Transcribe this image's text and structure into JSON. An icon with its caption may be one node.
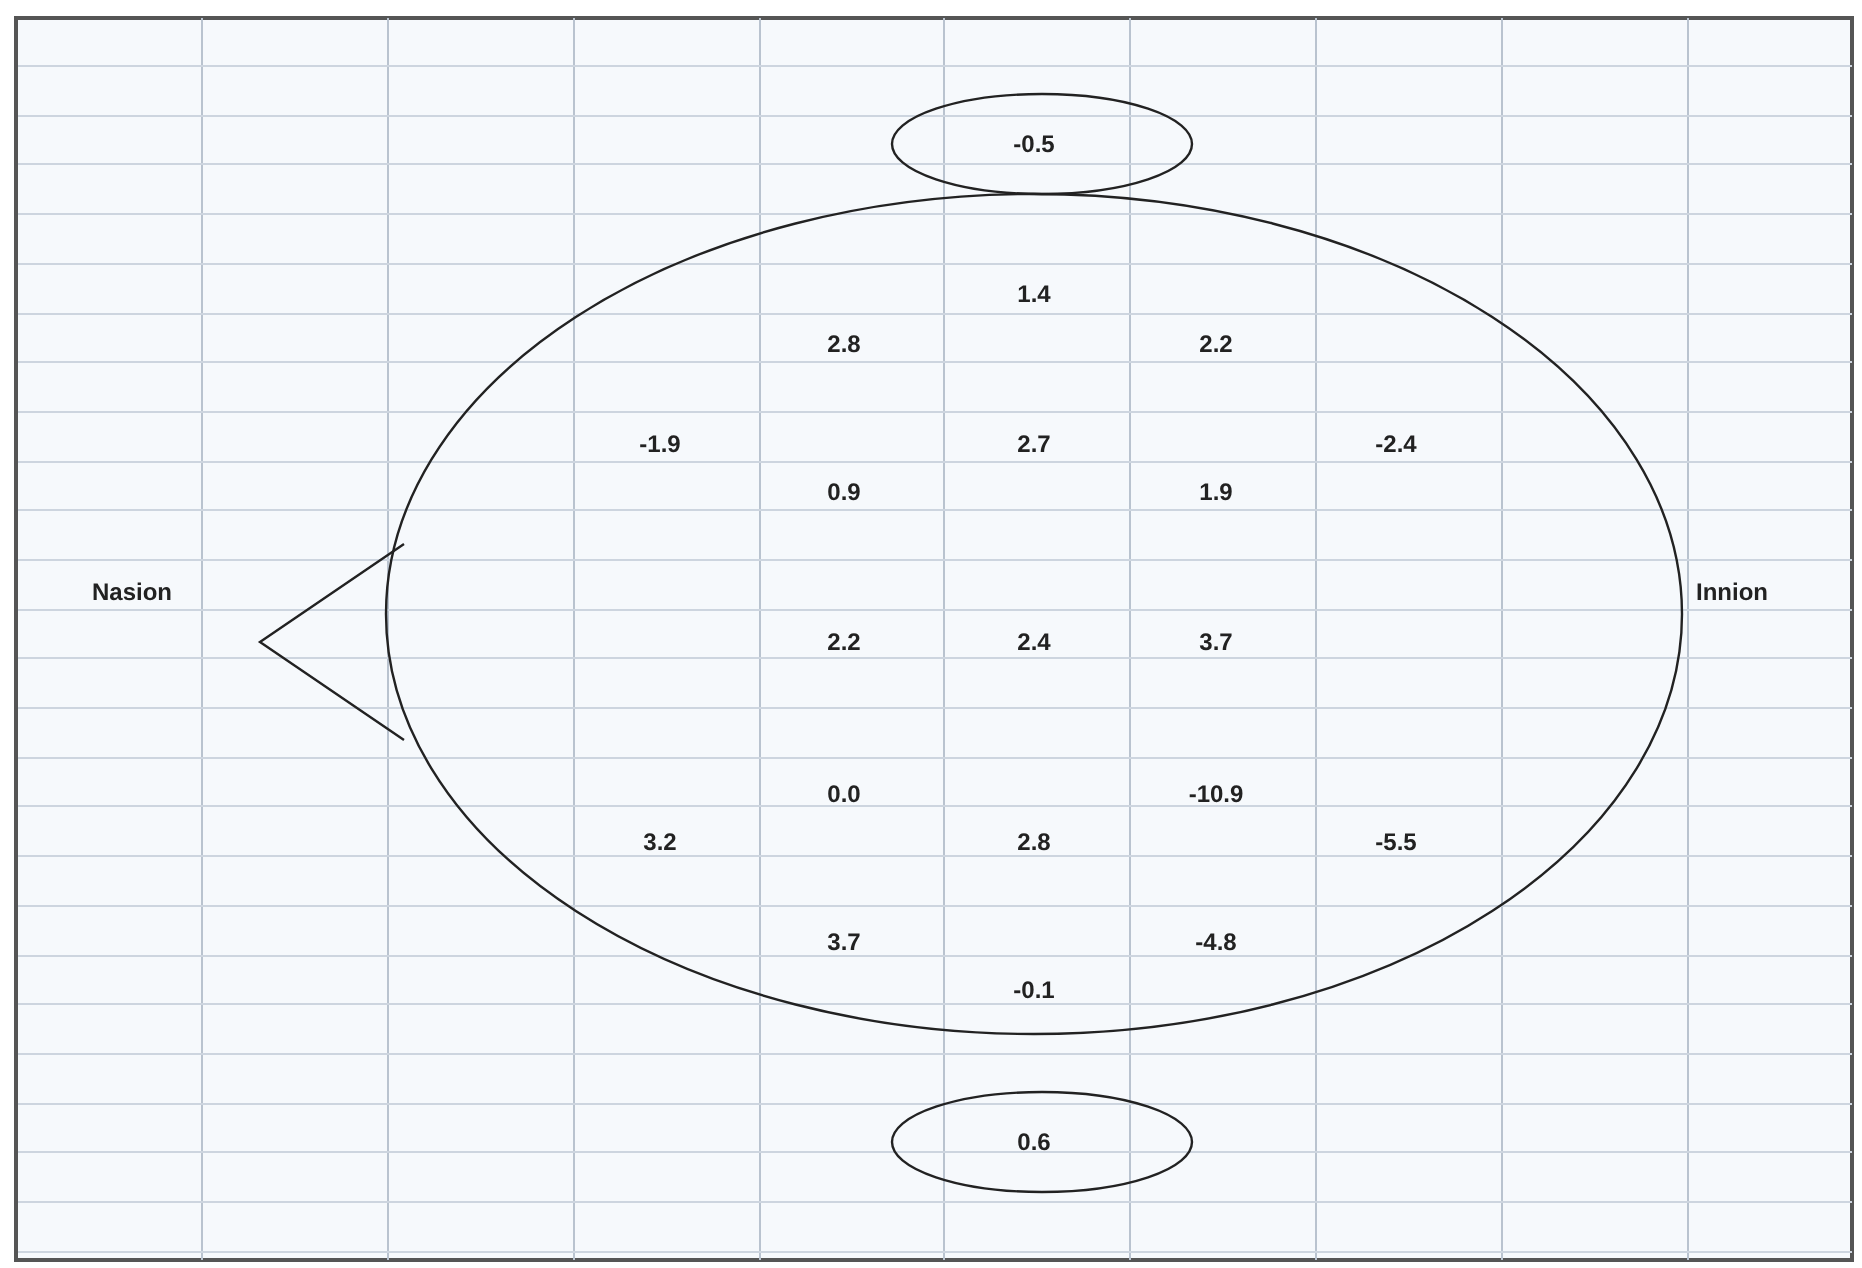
{
  "diagram": {
    "nodes": [
      {
        "text": [
          "-0.5"
        ]
      },
      {
        "text": [],
        "shape": "ellipse"
      },
      {
        "text": [
          "0.6"
        ]
      }
    ],
    "labels": [
      "1.4",
      "2.8",
      "2.2",
      "-1.9",
      "2.7",
      "-2.4",
      "0.9",
      "1.9",
      "Nasion",
      "Innion",
      "2.2",
      "2.4",
      "3.7",
      "0.0",
      "-10.9",
      "3.2",
      "2.8",
      "-5.5",
      "3.7",
      "-4.8",
      "-0.1"
    ]
  }
}
